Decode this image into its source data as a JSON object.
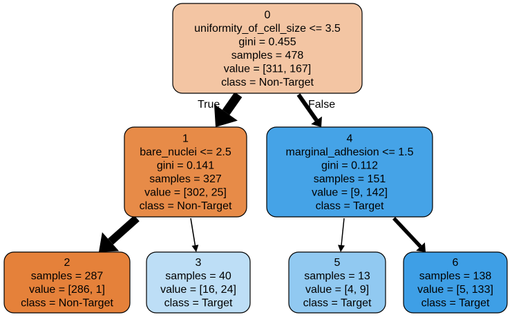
{
  "nodes": [
    {
      "id": "0",
      "lines": [
        "0",
        "uniformity_of_cell_size <= 3.5",
        "gini = 0.455",
        "samples = 478",
        "value = [311, 167]",
        "class = Non-Target"
      ],
      "fill": "#f3c5a3"
    },
    {
      "id": "1",
      "lines": [
        "1",
        "bare_nuclei <= 2.5",
        "gini = 0.141",
        "samples = 327",
        "value = [302, 25]",
        "class = Non-Target"
      ],
      "fill": "#e78b48"
    },
    {
      "id": "4",
      "lines": [
        "4",
        "marginal_adhesion <= 1.5",
        "gini = 0.112",
        "samples = 151",
        "value = [9, 142]",
        "class = Target"
      ],
      "fill": "#45a3e7"
    },
    {
      "id": "2",
      "lines": [
        "2",
        "samples = 287",
        "value = [286, 1]",
        "class = Non-Target"
      ],
      "fill": "#e5813a"
    },
    {
      "id": "3",
      "lines": [
        "3",
        "samples = 40",
        "value = [16, 24]",
        "class = Target"
      ],
      "fill": "#bddef6"
    },
    {
      "id": "5",
      "lines": [
        "5",
        "samples = 13",
        "value = [4, 9]",
        "class = Target"
      ],
      "fill": "#91c9f1"
    },
    {
      "id": "6",
      "lines": [
        "6",
        "samples = 138",
        "value = [5, 133]",
        "class = Target"
      ],
      "fill": "#3e9fe6"
    }
  ],
  "edges": [
    {
      "from": "0",
      "to": "1",
      "label": "True",
      "samples": 327
    },
    {
      "from": "0",
      "to": "4",
      "label": "False",
      "samples": 151
    },
    {
      "from": "1",
      "to": "2",
      "label": "",
      "samples": 287
    },
    {
      "from": "1",
      "to": "3",
      "label": "",
      "samples": 40
    },
    {
      "from": "4",
      "to": "5",
      "label": "",
      "samples": 13
    },
    {
      "from": "4",
      "to": "6",
      "label": "",
      "samples": 138
    }
  ]
}
